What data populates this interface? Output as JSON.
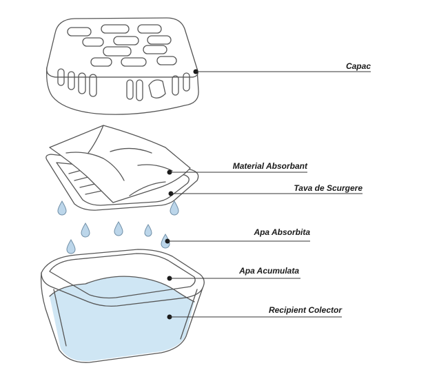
{
  "labels": {
    "capac": "Capac",
    "material_absorbant": "Material Absorbant",
    "tava_de_scurgere": "Tava de Scurgere",
    "apa_absorbita": "Apa Absorbita",
    "apa_acumulata": "Apa Acumulata",
    "recipient_colector": "Recipient Colector"
  },
  "colors": {
    "water": "#cfe6f4",
    "water_drop": "#bcd6ea",
    "outline": "#555555",
    "leader_line": "#333333"
  },
  "icons": [
    "lid-icon",
    "absorbent-pad-icon",
    "drip-tray-icon",
    "water-drop-icon",
    "collector-container-icon"
  ]
}
